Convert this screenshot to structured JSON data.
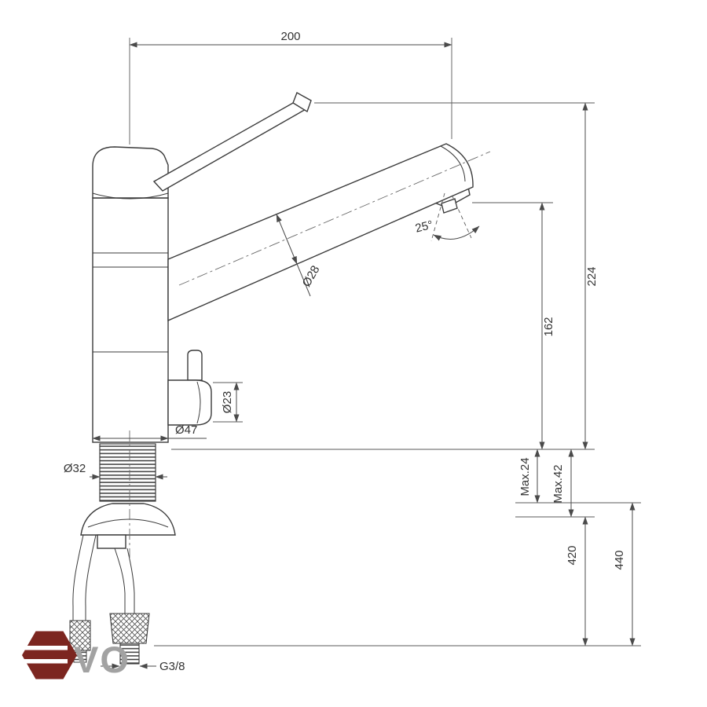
{
  "canvas": {
    "background": "#ffffff",
    "line_color": "#3b3b3b",
    "dimension_color": "#4a4a4a",
    "text_color": "#333333"
  },
  "drawing": {
    "dims": {
      "reach": "200",
      "height_overall": "224",
      "height_spout": "162",
      "spout_dia": "Ø28",
      "angle": "25°",
      "handle_dia": "Ø23",
      "base_dia": "Ø47",
      "shank_dia": "Ø32",
      "max24": "Max.24",
      "max42": "Max.42",
      "hose_a": "420",
      "hose_b": "440",
      "thread": "G3/8"
    }
  },
  "logo": {
    "letters": "VO",
    "hex_color": "#7c2620",
    "letters_color": "#a2a2a2"
  }
}
